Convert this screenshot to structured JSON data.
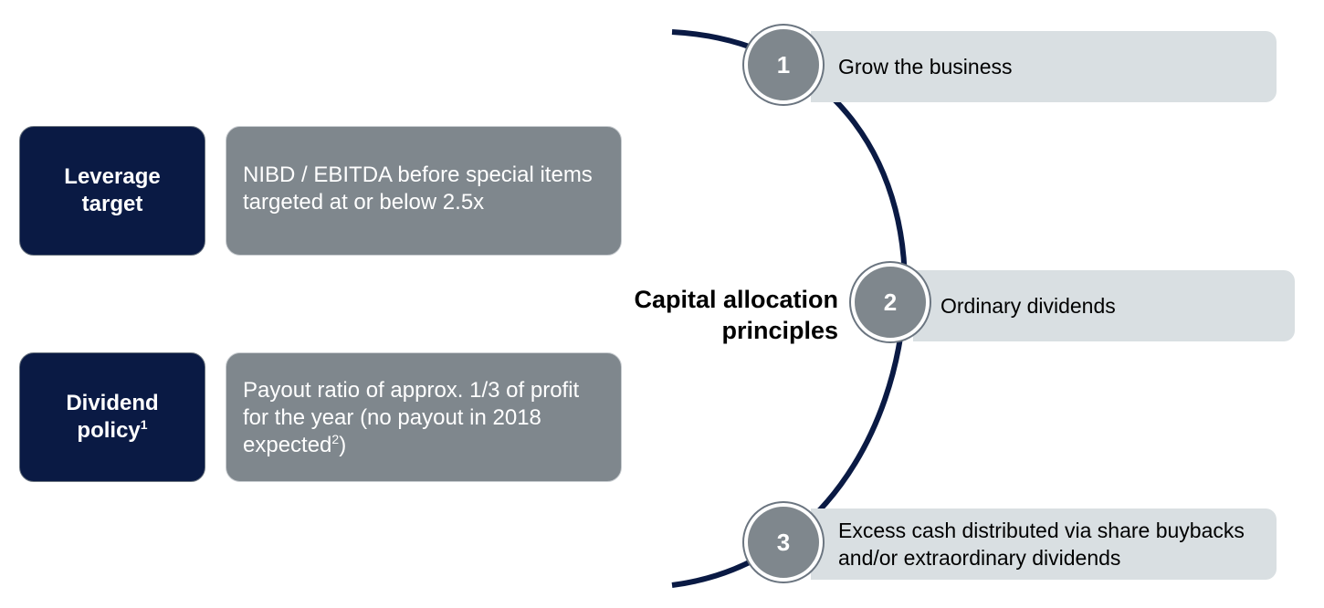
{
  "left_rows": [
    {
      "label_line1": "Leverage",
      "label_line2": "target",
      "description": "NIBD / EBITDA before special items targeted at or below 2.5x"
    },
    {
      "label_line1": "Dividend",
      "label_line2": "policy",
      "label_sup": "1",
      "description_part1": "Payout ratio of approx. 1/3 of profit for the year (no payout in 2018 expected",
      "description_sup": "2",
      "description_part2": ")"
    }
  ],
  "center_title": {
    "line1": "Capital allocation",
    "line2": "principles"
  },
  "principles": [
    {
      "number": "1",
      "text": "Grow the business"
    },
    {
      "number": "2",
      "text": "Ordinary dividends"
    },
    {
      "number": "3",
      "text": "Excess cash distributed via share buybacks and/or extraordinary dividends"
    }
  ],
  "colors": {
    "navy": "#0a1a44",
    "grey_box": "#7f878d",
    "light_box": "#d9dfe2",
    "arc": "#0a1a44"
  }
}
